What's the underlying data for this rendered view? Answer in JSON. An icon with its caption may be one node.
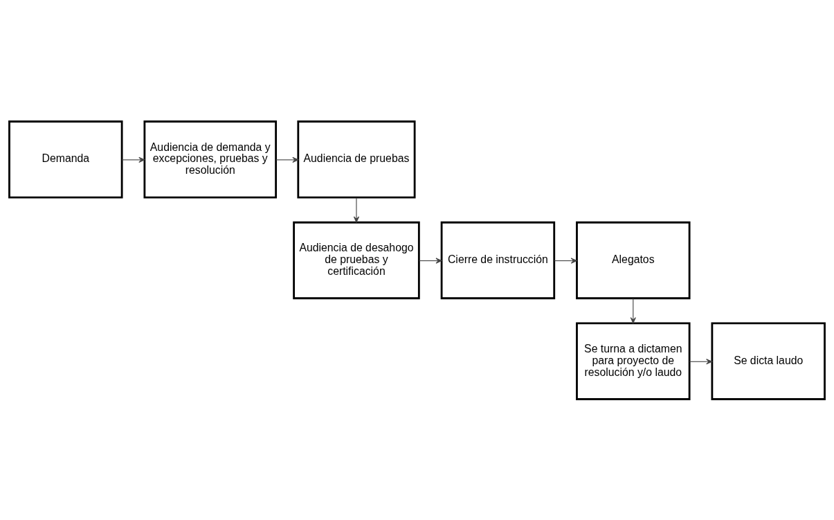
{
  "diagram": {
    "nodes": [
      {
        "text": [
          "Demanda"
        ]
      },
      {
        "text": [
          "Audiencia de demanda y excepciones, pruebas y resolución"
        ]
      },
      {
        "text": [
          "Audiencia de pruebas"
        ]
      },
      {
        "text": [
          "Audiencia de desahogo de pruebas y certificación"
        ]
      },
      {
        "text": [
          "Cierre de instrucción"
        ]
      },
      {
        "text": [
          "Alegatos"
        ]
      },
      {
        "text": [
          "Se turna a dictamen para proyecto de resolución y/o laudo"
        ]
      },
      {
        "text": [
          "Se dicta laudo"
        ]
      }
    ],
    "edges": [
      {
        "from": 0,
        "to": 1,
        "arrow": "to"
      },
      {
        "from": 1,
        "to": 2,
        "arrow": "to"
      },
      {
        "from": 2,
        "to": 3,
        "arrow": "to"
      },
      {
        "from": 3,
        "to": 4,
        "arrow": "to"
      },
      {
        "from": 4,
        "to": 5,
        "arrow": "to"
      },
      {
        "from": 5,
        "to": 6,
        "arrow": "to"
      },
      {
        "from": 6,
        "to": 7,
        "arrow": "to"
      }
    ]
  }
}
